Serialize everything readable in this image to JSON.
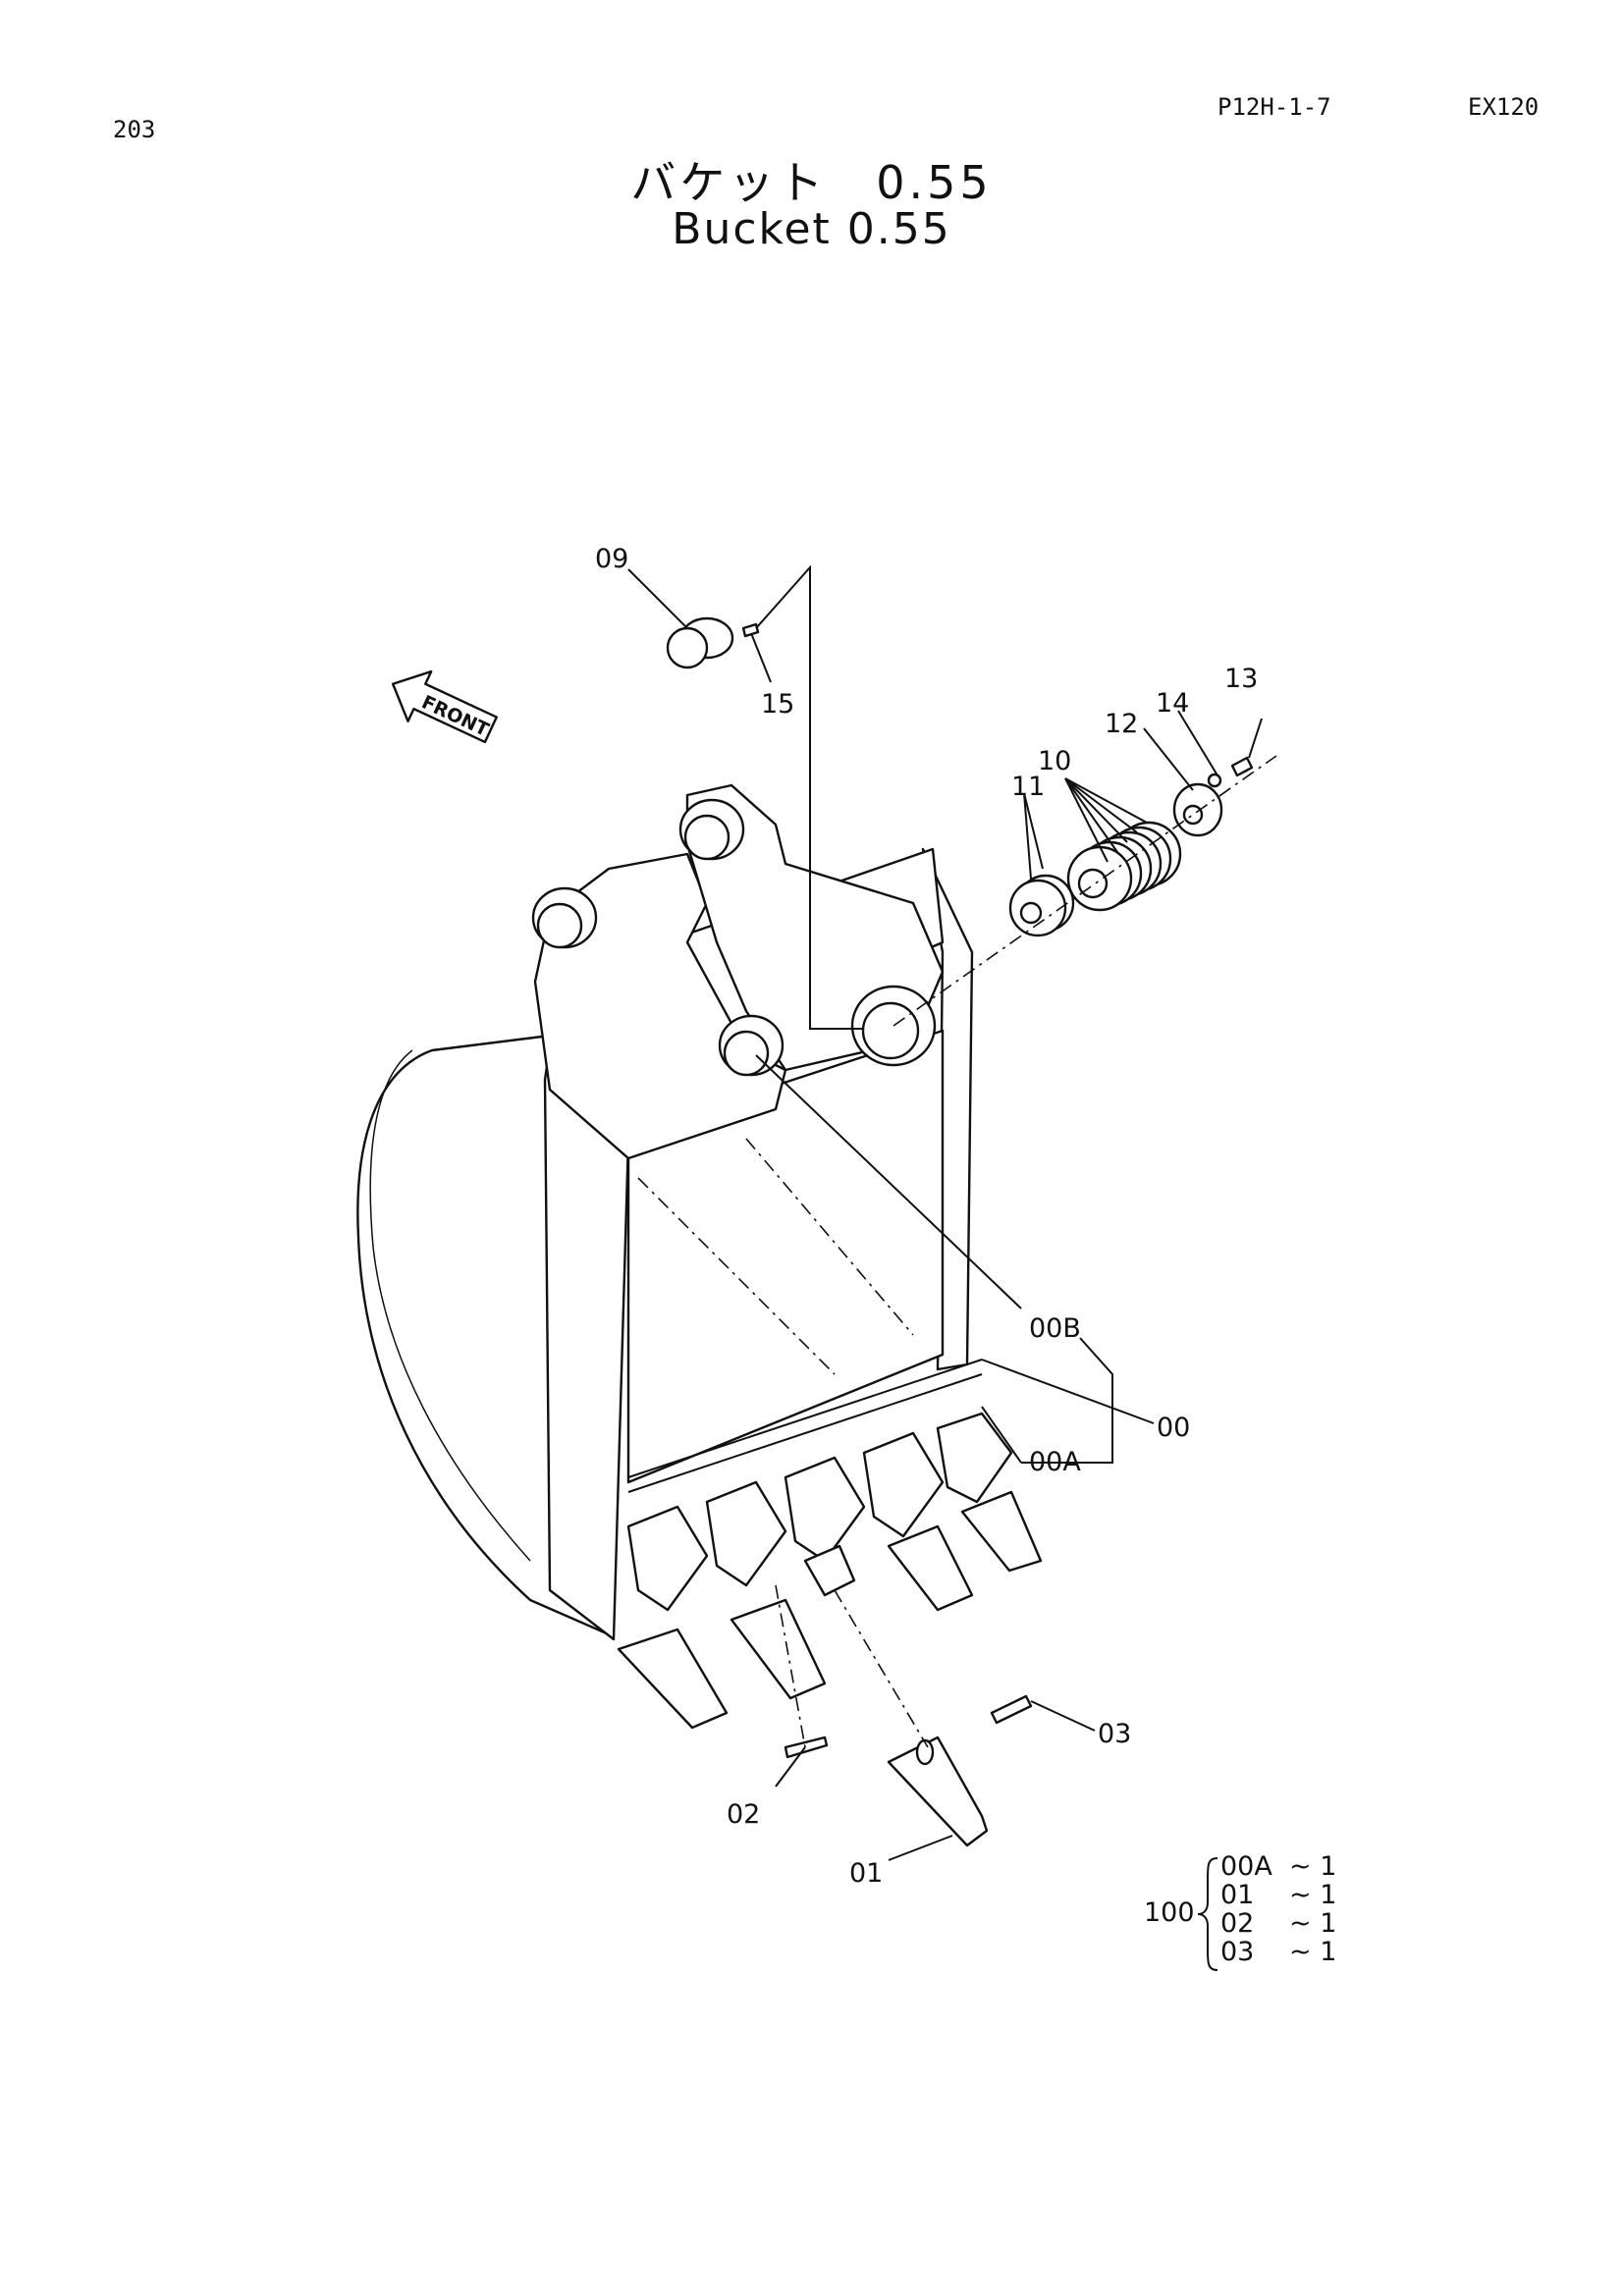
{
  "header": {
    "page_number": "203",
    "figure_code": "P12H-1-7",
    "model": "EX120"
  },
  "title": {
    "japanese": "バケット　0.55",
    "english": "Bucket 0.55"
  },
  "diagram": {
    "front_label": "FRONT",
    "callouts": [
      {
        "id": "09",
        "label": "09"
      },
      {
        "id": "15",
        "label": "15"
      },
      {
        "id": "13",
        "label": "13"
      },
      {
        "id": "14",
        "label": "14"
      },
      {
        "id": "12",
        "label": "12"
      },
      {
        "id": "10",
        "label": "10"
      },
      {
        "id": "11",
        "label": "11"
      },
      {
        "id": "00B",
        "label": "00B"
      },
      {
        "id": "00",
        "label": "00"
      },
      {
        "id": "00A",
        "label": "00A"
      },
      {
        "id": "03",
        "label": "03"
      },
      {
        "id": "02",
        "label": "02"
      },
      {
        "id": "01",
        "label": "01"
      }
    ]
  },
  "assembly_note": {
    "assembly_number": "100",
    "rows": [
      {
        "part": "00A",
        "qty": "~ 1"
      },
      {
        "part": "01",
        "qty": "~ 1"
      },
      {
        "part": "02",
        "qty": "~ 1"
      },
      {
        "part": "03",
        "qty": "~ 1"
      }
    ]
  }
}
